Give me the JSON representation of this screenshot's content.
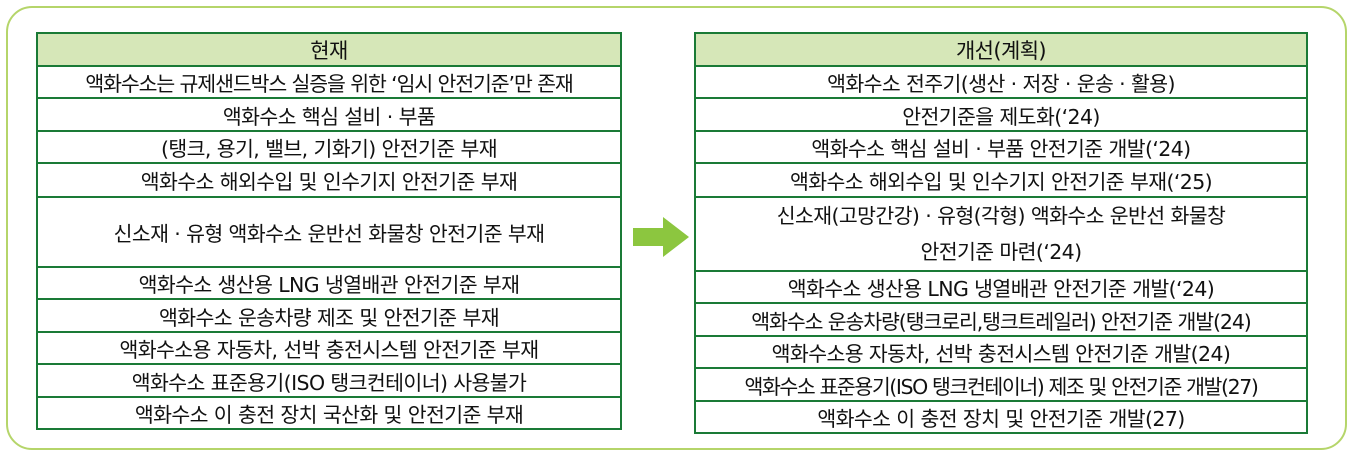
{
  "current": {
    "header": "현재",
    "rows": [
      "액화수소는 규제샌드박스 실증을 위한 ‘임시 안전기준’만 존재",
      "액화수소 핵심 설비 · 부품",
      "(탱크, 용기, 밸브, 기화기) 안전기준 부재",
      "액화수소 해외수입 및 인수기지 안전기준 부재",
      "신소재 · 유형 액화수소 운반선 화물창 안전기준 부재",
      "액화수소 생산용 LNG 냉열배관 안전기준 부재",
      "액화수소 운송차량 제조 및 안전기준 부재",
      "액화수소용 자동차, 선박 충전시스템 안전기준 부재",
      "액화수소 표준용기(ISO 탱크컨테이너) 사용불가",
      "액화수소 이 충전 장치 국산화 및 안전기준 부재"
    ]
  },
  "improved": {
    "header": "개선(계획)",
    "rows": [
      "액화수소 전주기(생산 · 저장 · 운송 · 활용)",
      "안전기준을 제도화(‘24)",
      "액화수소 핵심 설비 · 부품 안전기준 개발(‘24)",
      "액화수소 해외수입 및 인수기지 안전기준 부재(‘25)",
      "신소재(고망간강) · 유형(각형) 액화수소 운반선 화물창",
      "안전기준 마련(‘24)",
      "액화수소 생산용 LNG 냉열배관 안전기준 개발(‘24)",
      "액화수소 운송차량(탱크로리,탱크트레일러) 안전기준 개발(24)",
      "액화수소용 자동차, 선박 충전시스템 안전기준 개발(24)",
      "액화수소 표준용기(ISO 탱크컨테이너) 제조 및 안전기준 개발(27)",
      "액화수소 이 충전 장치 및 안전기준 개발(27)"
    ]
  },
  "colors": {
    "border": "#1a7a36",
    "header_bg": "#d6e7b8",
    "frame": "#b5d56a",
    "arrow": "#8cc63f"
  },
  "icons": {
    "arrow": "right-arrow-icon"
  }
}
